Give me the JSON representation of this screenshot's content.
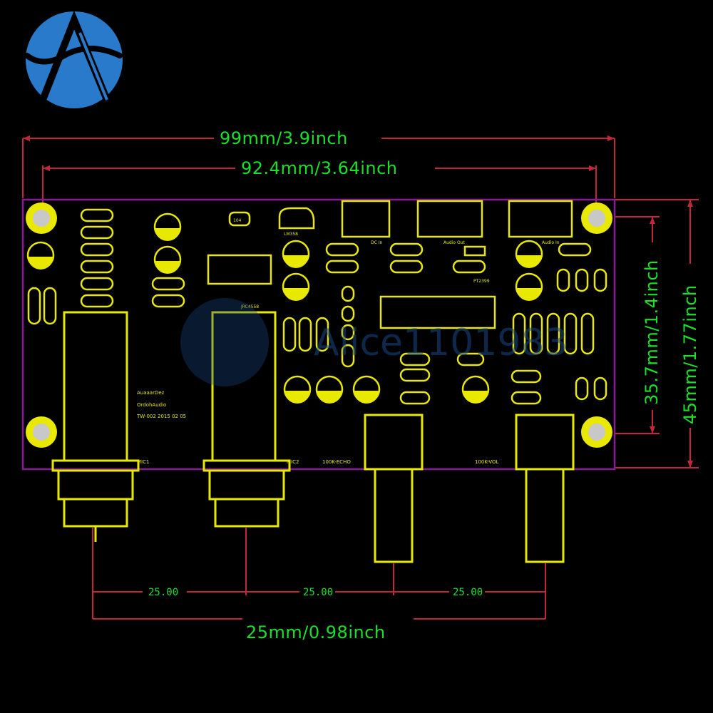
{
  "dimensions": {
    "overall_width": "99mm/3.9inch",
    "hole_spacing_width": "92.4mm/3.64inch",
    "hole_spacing_height": "35.7mm/1.4inch",
    "overall_height": "45mm/1.77inch",
    "pot_spacing_1": "25.00",
    "pot_spacing_2": "25.00",
    "pot_spacing_3": "25.00",
    "pot_spacing_total": "25mm/0.98inch"
  },
  "board_labels": {
    "board_name_1": "AuaaarDez",
    "board_name_2": "OrdohAudio",
    "board_name_3": "TW-002 2015 02 05",
    "jack_1": "MIC1",
    "jack_2": "MIC2",
    "pot_1": "100K-ECHO",
    "pot_2": "100K-VOL",
    "connector_1": "DC In",
    "connector_2": "Audio Out",
    "connector_3": "Audio In",
    "chip_label_1": "104",
    "chip_label_2": "PT2399",
    "chip_label_3": "LM358",
    "chip_label_4": "JRC4558"
  },
  "watermark": "Alice1101983",
  "colors": {
    "background": "#000000",
    "dimension_green": "#19e02a",
    "dimension_red": "#c0283a",
    "pcb_outline": "#8a1a9a",
    "silkscreen_yellow": "#e8e800",
    "logo_blue": "#2a7acb"
  }
}
